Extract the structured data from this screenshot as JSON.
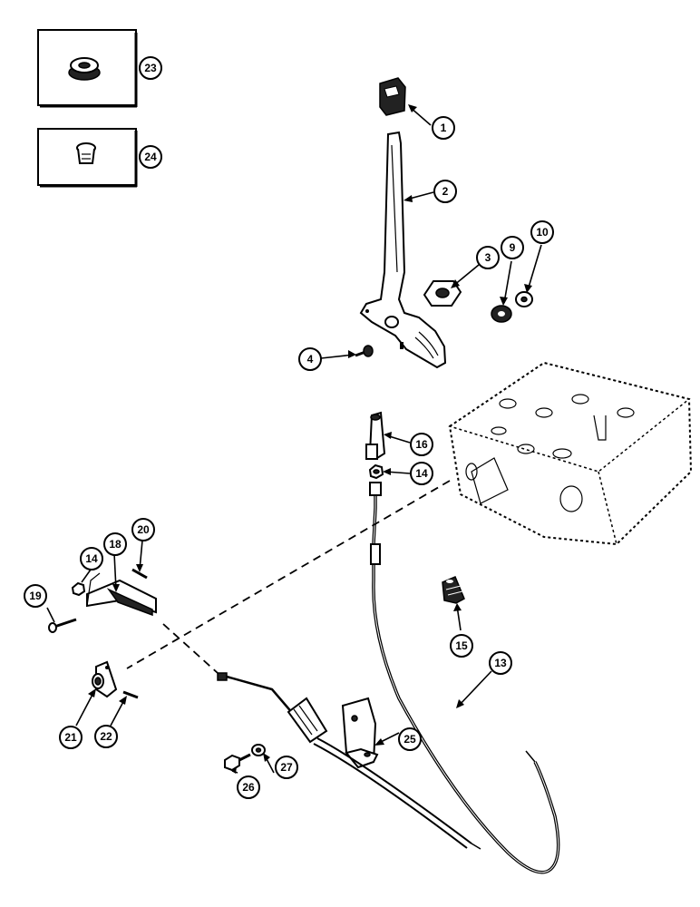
{
  "callouts": [
    {
      "id": "1",
      "label": "1"
    },
    {
      "id": "2",
      "label": "2"
    },
    {
      "id": "3",
      "label": "3"
    },
    {
      "id": "4",
      "label": "4"
    },
    {
      "id": "9",
      "label": "9"
    },
    {
      "id": "10",
      "label": "10"
    },
    {
      "id": "13",
      "label": "13"
    },
    {
      "id": "14a",
      "label": "14"
    },
    {
      "id": "14b",
      "label": "14"
    },
    {
      "id": "15",
      "label": "15"
    },
    {
      "id": "16",
      "label": "16"
    },
    {
      "id": "18",
      "label": "18"
    },
    {
      "id": "19",
      "label": "19"
    },
    {
      "id": "20",
      "label": "20"
    },
    {
      "id": "21",
      "label": "21"
    },
    {
      "id": "22",
      "label": "22"
    },
    {
      "id": "23",
      "label": "23"
    },
    {
      "id": "24",
      "label": "24"
    },
    {
      "id": "25",
      "label": "25"
    },
    {
      "id": "26",
      "label": "26"
    },
    {
      "id": "27",
      "label": "27"
    }
  ],
  "colors": {
    "ink": "#000000",
    "paper": "#ffffff",
    "shade": "#222222"
  }
}
